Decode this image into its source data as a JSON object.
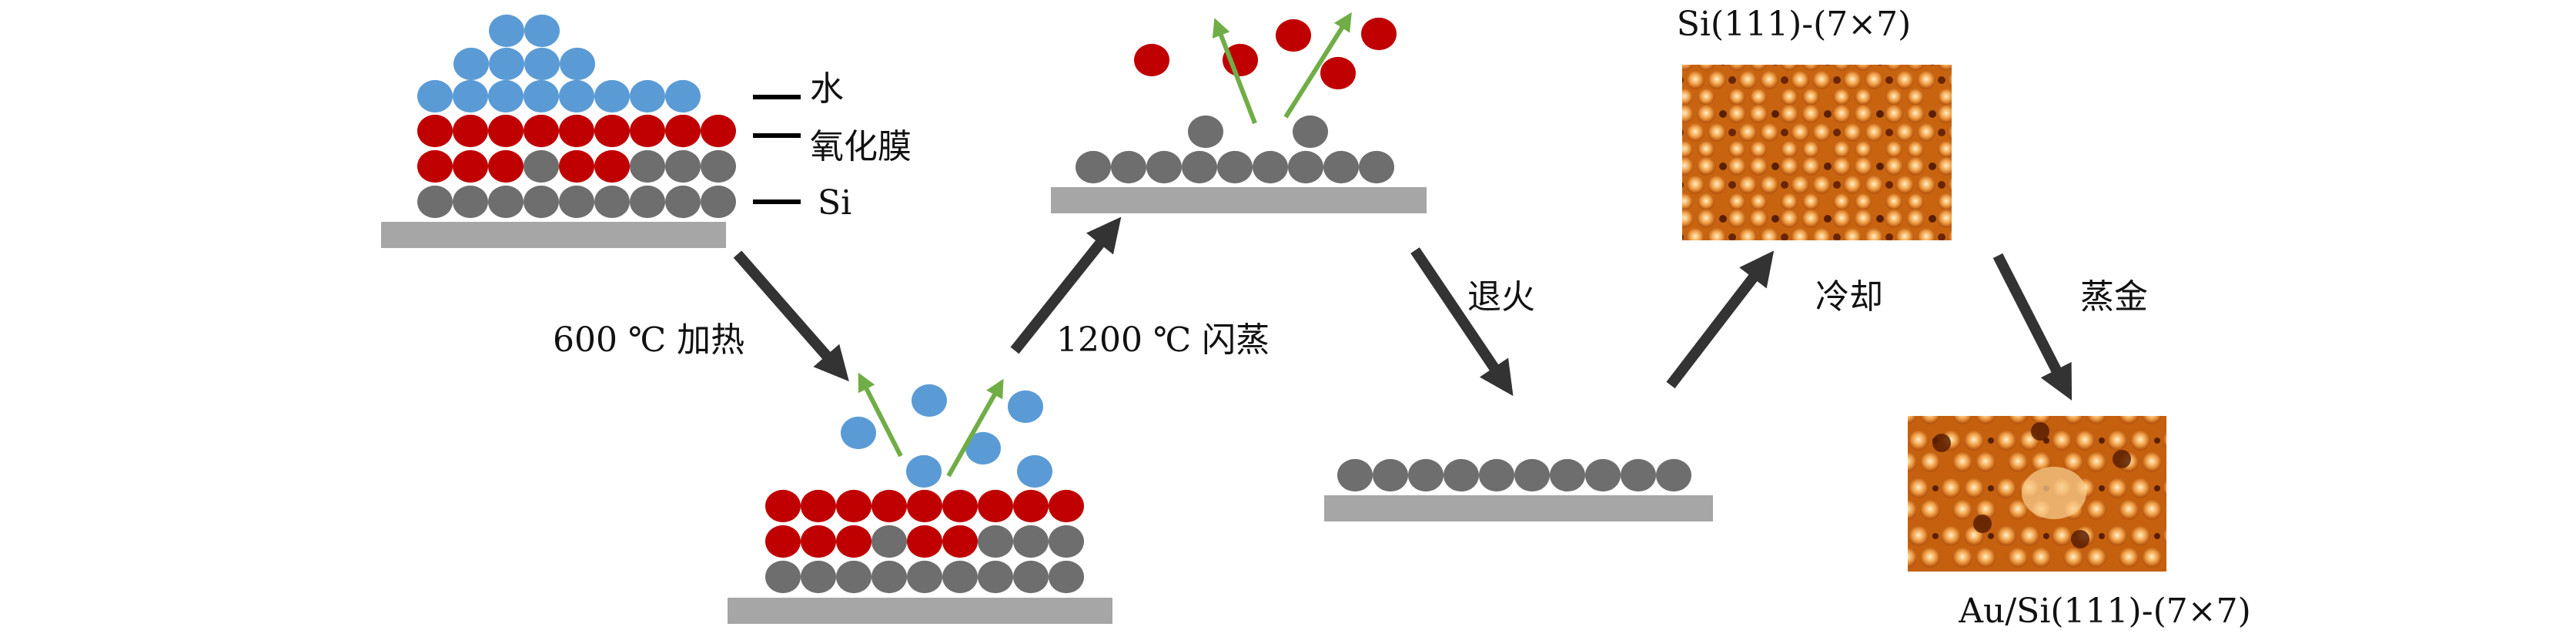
{
  "labels": {
    "water": "水",
    "oxide": "氧化膜",
    "si": "Si",
    "step1": "600 ℃ 加热",
    "step2": "1200 ℃ 闪蒸",
    "step3": "退火",
    "step4": "冷却",
    "step5": "蒸金",
    "stm_top": "Si(111)-(7×7)",
    "stm_bottom": "Au/Si(111)-(7×7)"
  },
  "colors": {
    "water": "#5b9bd5",
    "oxide": "#c00000",
    "silicon": "#6e6e6e",
    "substrate": "#a6a6a6",
    "arrow": "#333333",
    "escape_arrow": "#70ad47",
    "stm_light": "#f7c98a",
    "stm_mid": "#d97a1e",
    "stm_dark": "#5a1f00"
  }
}
